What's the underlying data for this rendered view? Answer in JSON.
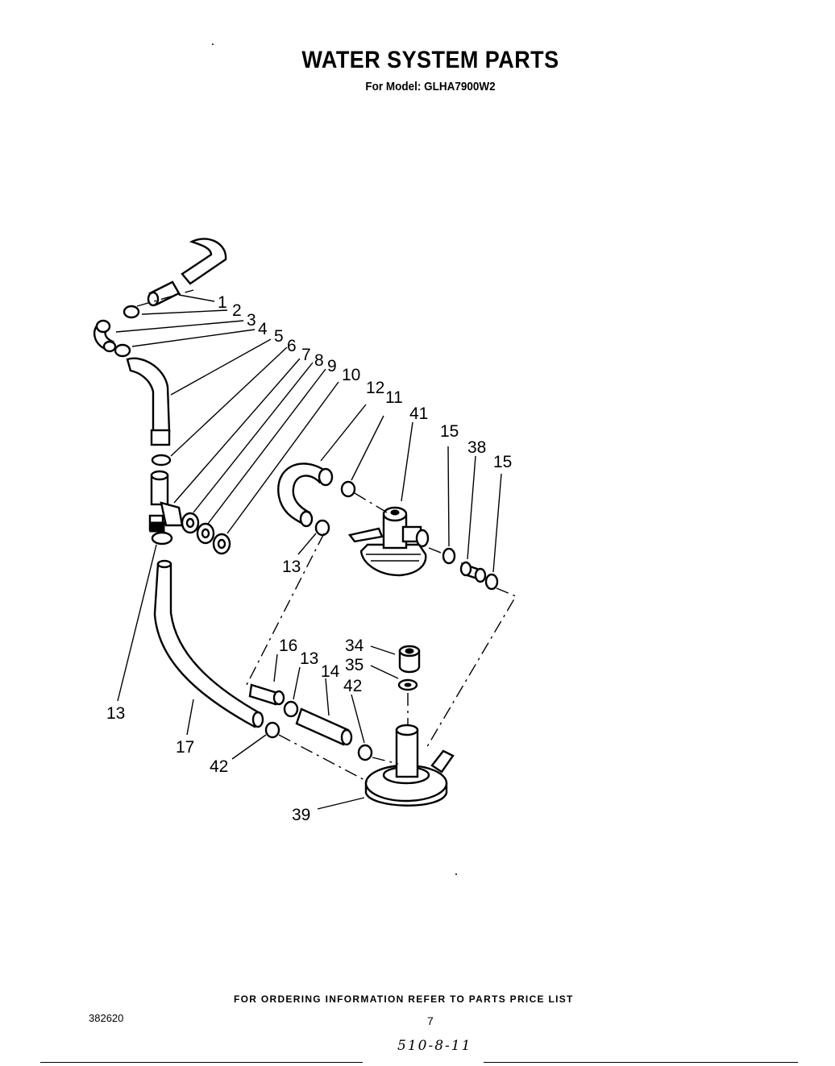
{
  "header": {
    "title": "WATER SYSTEM PARTS",
    "subtitle": "For Model: GLHA7900W2"
  },
  "callouts": [
    "1",
    "2",
    "3",
    "4",
    "5",
    "6",
    "7",
    "8",
    "9",
    "10",
    "12",
    "11",
    "41",
    "15",
    "38",
    "15",
    "13",
    "13",
    "17",
    "42",
    "16",
    "13",
    "14",
    "42",
    "34",
    "35",
    "39"
  ],
  "footer": {
    "ordering_note": "FOR ORDERING INFORMATION REFER TO PARTS PRICE LIST",
    "document_number": "382620",
    "page_number": "7",
    "handwritten_note": "510-8-11"
  }
}
